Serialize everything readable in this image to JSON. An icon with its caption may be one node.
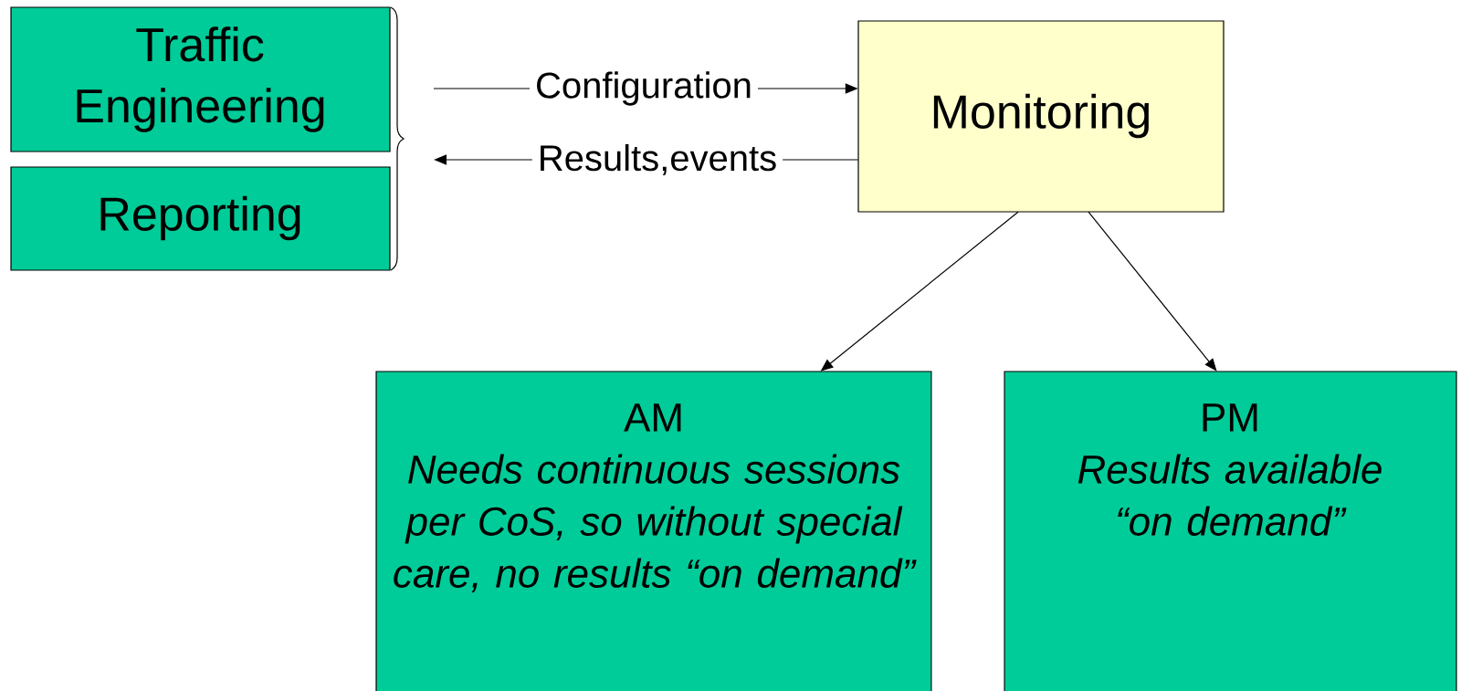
{
  "diagram": {
    "nodes": [
      {
        "text": [
          "Traffic Engineering"
        ]
      },
      {
        "text": [
          "Reporting"
        ]
      },
      {
        "text": [
          "Monitoring"
        ]
      },
      {
        "text": [
          "AM",
          "Needs continuous sessions per CoS, so without special care, no results “on demand”"
        ]
      },
      {
        "text": [
          "PM",
          "Results available “on demand”"
        ]
      }
    ],
    "edges": [
      {
        "from": null,
        "to": 2,
        "arrow": "to",
        "label": "Configuration"
      },
      {
        "from": 2,
        "to": null,
        "arrow": "to",
        "label": "Results,events"
      },
      {
        "from": 2,
        "to": 3,
        "arrow": "to"
      },
      {
        "from": 2,
        "to": 4,
        "arrow": "to"
      }
    ]
  }
}
